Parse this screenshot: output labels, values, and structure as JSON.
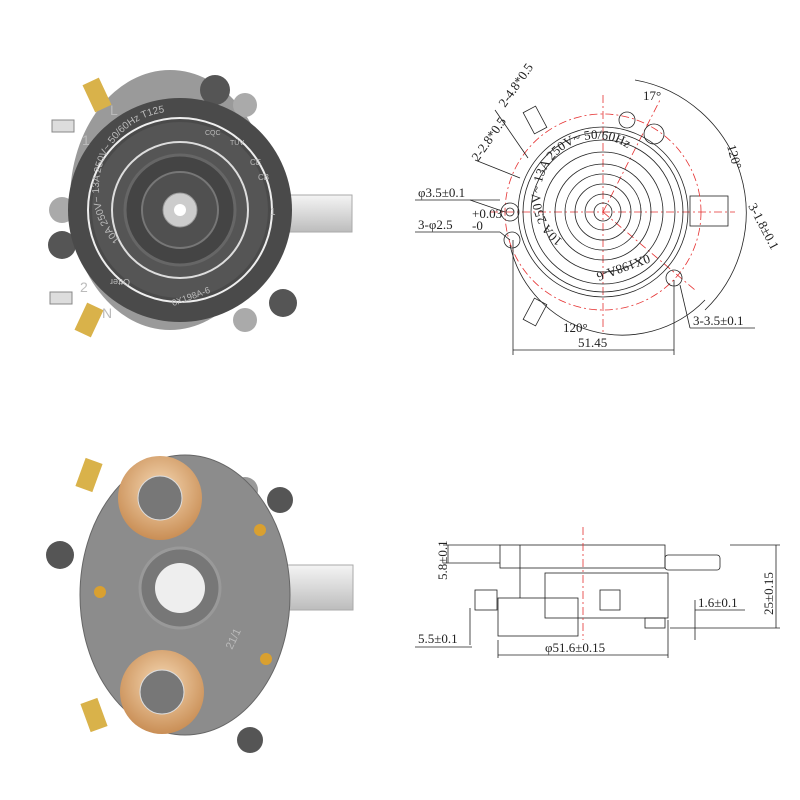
{
  "product_top_view": {
    "ring_text": "10A 250V~  13A 250V~  50/60Hz  T125",
    "model_text": "0X198A-6",
    "brand_text": "Otter",
    "terminal_labels": [
      "L",
      "1",
      "2",
      "N"
    ],
    "edge_label": "1",
    "cert_marks": [
      "CQC",
      "TÜV",
      "CE",
      "CB"
    ]
  },
  "top_drawing": {
    "ring_text": "10A 250V~  13A 250V~  50/60Hz  T125",
    "model_text": "0X198A-6",
    "dimensions": {
      "terminal_large": "2-4.8*0.5",
      "terminal_small": "2-2.8*0.5",
      "hole_main": "φ3.5±0.1",
      "holes_small": "3-φ2.5",
      "holes_small_tol_upper": "+0.03",
      "holes_small_tol_lower": "-0",
      "angle_top": "17°",
      "angle_right": "120°",
      "angle_bottom": "120°",
      "slot_width": "3-1.8±0.1",
      "slot_spacing": "3-3.5±0.1",
      "span": "51.45"
    }
  },
  "product_bottom_view": {
    "label": "21/1"
  },
  "side_drawing": {
    "dimensions": {
      "top_height": "5.8±0.1",
      "base_height": "5.5±0.1",
      "diameter": "φ51.6±0.15",
      "step": "1.6±0.1",
      "total_height": "25±0.15"
    }
  },
  "colors": {
    "dark_gray": "#4a4a4a",
    "mid_gray": "#8a8a8a",
    "brass": "#d9b24a",
    "copper": "#e8b98a",
    "centerline_red": "#e53030"
  }
}
